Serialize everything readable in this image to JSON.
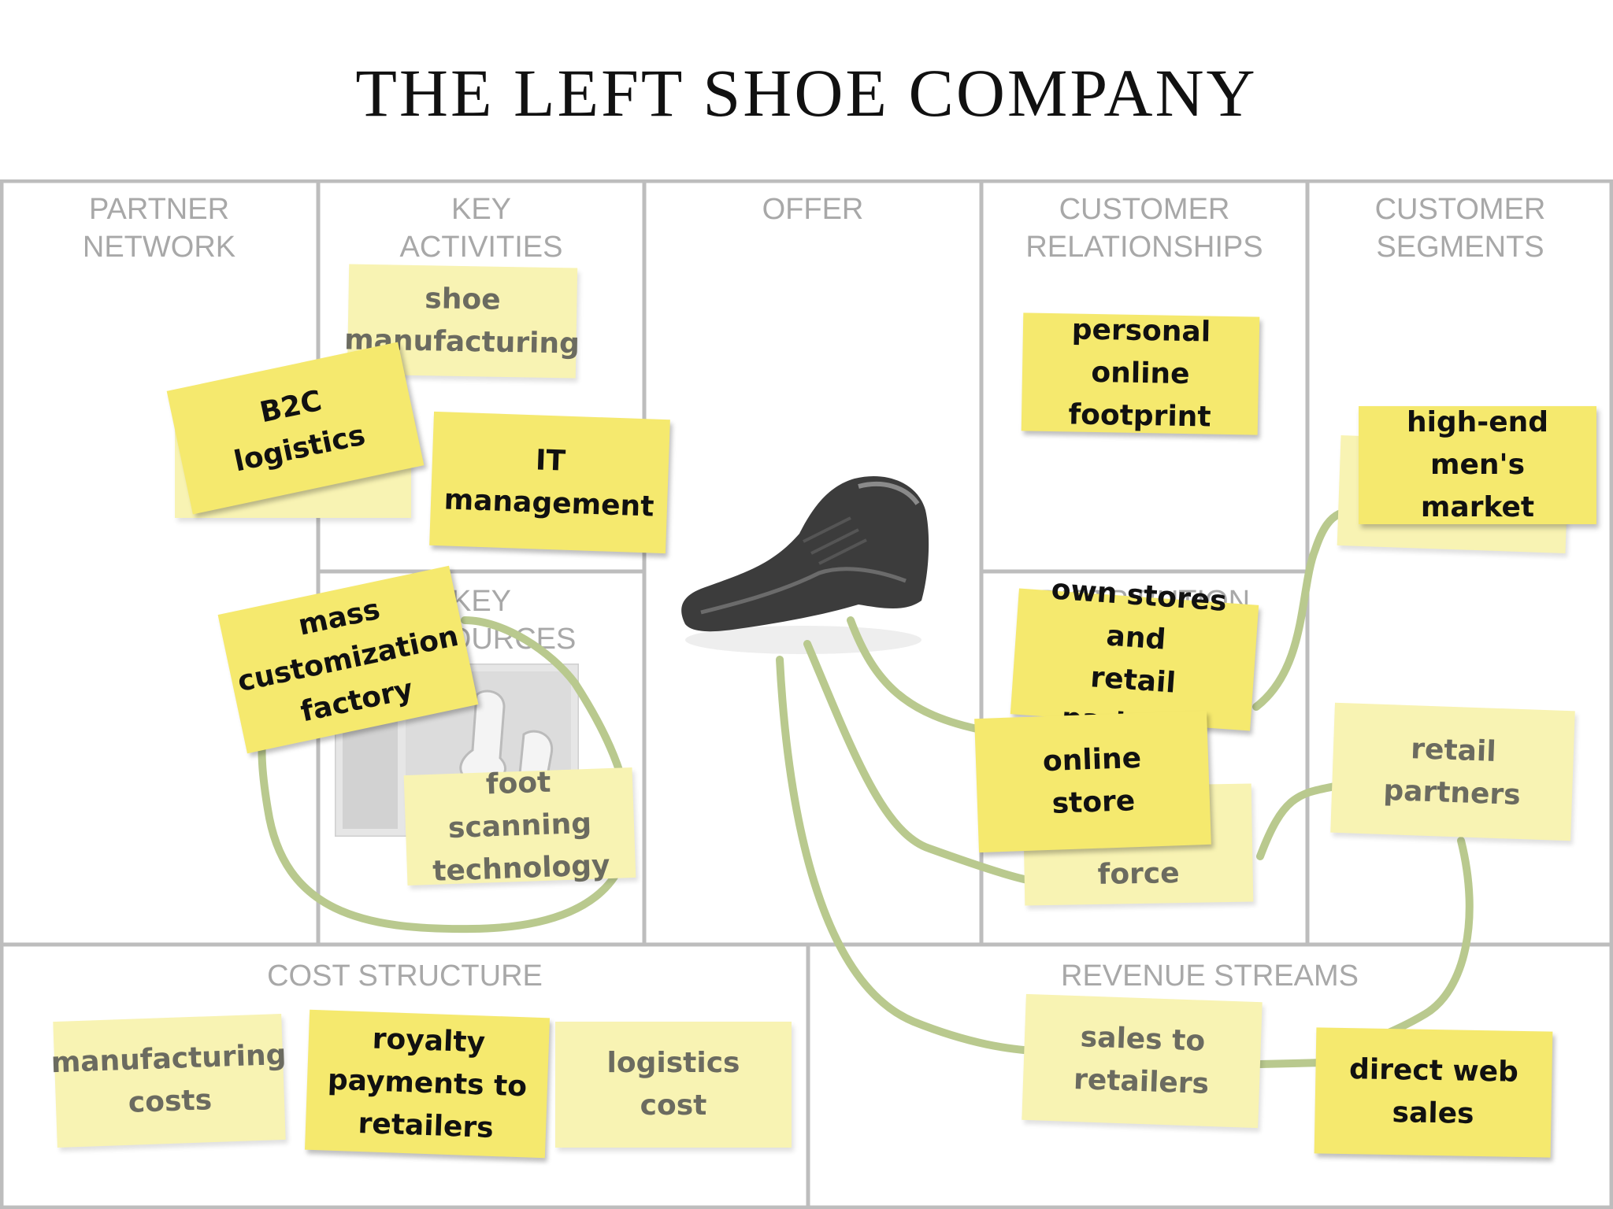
{
  "title": "THE LEFT SHOE COMPANY",
  "sections": {
    "partner_network": "PARTNER\nNETWORK",
    "key_activities": "KEY\nACTIVITIES",
    "offer": "OFFER",
    "customer_relationships": "CUSTOMER\nRELATIONSHIPS",
    "customer_segments": "CUSTOMER\nSEGMENTS",
    "key_resources": "KEY\nRESOURCES",
    "distribution": "DISTRIBUTION",
    "cost_structure": "COST STRUCTURE",
    "revenue_streams": "REVENUE STREAMS"
  },
  "notes": {
    "shoe_manufacturing": "shoe\nmanufacturing",
    "b2c_logistics": "B2C\nlogistics",
    "logistics_partial": "logistics",
    "it_management": "IT\nmanagement",
    "mass_customization": "mass\ncustomization\nfactory",
    "foot_scanning": "foot scanning\ntechnology",
    "personal_online_footprint": "personal online\nfootprint",
    "high_end_market": "high-end men's\nmarket",
    "own_stores": "own stores and\nretail partners",
    "online_store": "online\nstore",
    "force": "force",
    "retail_partners": "retail\npartners",
    "manufacturing_costs": "manufacturing\ncosts",
    "royalty_payments": "royalty\npayments to\nretailers",
    "logistics_cost": "logistics\ncost",
    "sales_to_retailers": "sales to\nretailers",
    "direct_web_sales": "direct web\nsales"
  },
  "colors": {
    "note_bright": "#f5e96e",
    "note_pale": "#f8f3b3",
    "link": "#b9c98e",
    "grid": "#bdbdbd"
  },
  "icons": {
    "offer": "shoe-image",
    "resources": "foot-scanner-image"
  }
}
